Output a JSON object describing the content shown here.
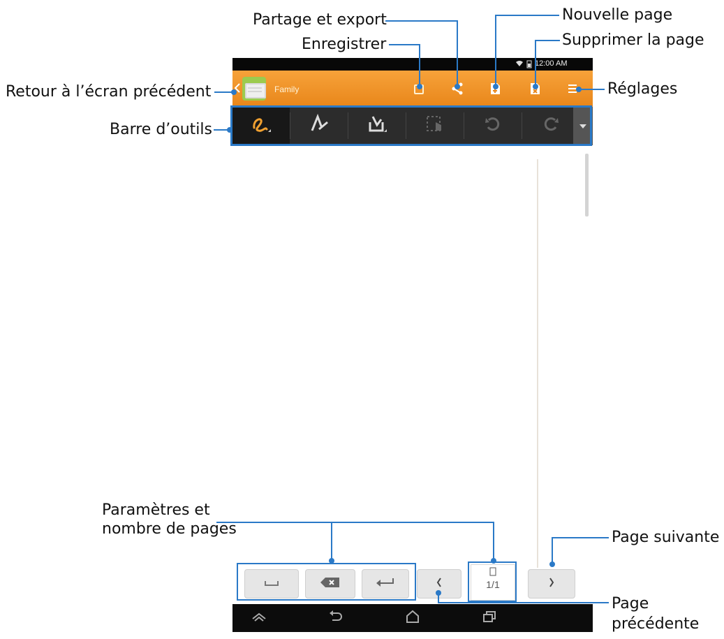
{
  "status_bar": {
    "time": "12:00 AM"
  },
  "app_bar": {
    "notebook_title": "Family"
  },
  "pager": {
    "page_count": "1/1"
  },
  "callouts": {
    "share_export": "Partage et export",
    "save": "Enregistrer",
    "new_page": "Nouvelle page",
    "delete_page": "Supprimer la page",
    "back": "Retour à l’écran précédent",
    "settings": "Réglages",
    "toolbar": "Barre d’outils",
    "params_line1": "Paramètres et",
    "params_line2": "nombre de pages",
    "next_page": "Page suivante",
    "prev_page_line1": "Page",
    "prev_page_line2": "précédente"
  },
  "colors": {
    "accent": "#2a79c7",
    "app_bar": "#f39a2c",
    "toolbar": "#2c2c2c",
    "pen_active": "#f0a030"
  },
  "icons": [
    "back-arrow-icon",
    "notebook-icon",
    "save-icon",
    "share-icon",
    "new-page-icon",
    "delete-page-icon",
    "menu-icon",
    "pen-icon",
    "text-icon",
    "insert-icon",
    "select-icon",
    "undo-icon",
    "redo-icon",
    "dropdown-icon",
    "space-key-icon",
    "backspace-icon",
    "enter-key-icon",
    "prev-page-icon",
    "page-icon",
    "next-page-icon",
    "nav-back-icon",
    "nav-home-icon",
    "nav-recent-icon"
  ]
}
